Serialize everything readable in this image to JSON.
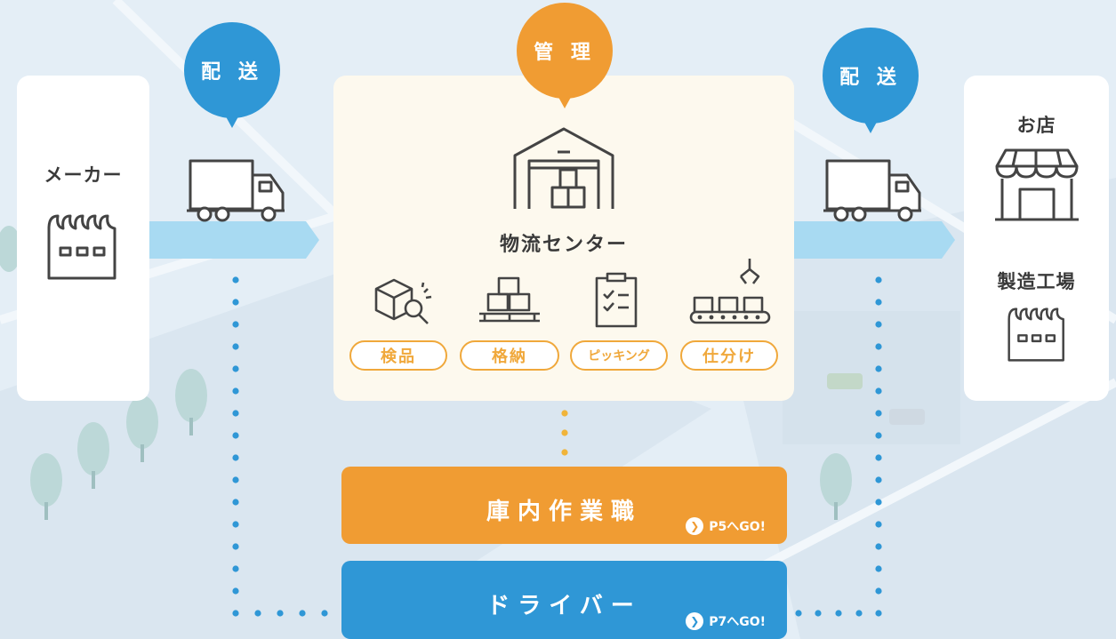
{
  "pins": {
    "left": {
      "label": "配 送",
      "color": "#2f97d6"
    },
    "center": {
      "label": "管 理",
      "color": "#f09c33"
    },
    "right": {
      "label": "配 送",
      "color": "#2f97d6"
    }
  },
  "maker": {
    "title": "メーカー",
    "icon": "factory-icon"
  },
  "shop": {
    "title": "お店",
    "icon": "storefront-icon"
  },
  "factory": {
    "title": "製造工場",
    "icon": "factory-icon"
  },
  "center": {
    "title": "物流センター",
    "icon": "warehouse-icon",
    "steps": [
      {
        "label": "検品",
        "icon": "inspection-icon"
      },
      {
        "label": "格納",
        "icon": "pallet-storage-icon"
      },
      {
        "label": "ピッキング",
        "icon": "checklist-icon"
      },
      {
        "label": "仕分け",
        "icon": "conveyor-sorting-icon"
      }
    ]
  },
  "jobs": [
    {
      "title": "庫内作業職",
      "link": "P5へGO!",
      "color": "#f09c33"
    },
    {
      "title": "ドライバー",
      "link": "P7へGO!",
      "color": "#2f97d6"
    }
  ],
  "colors": {
    "accent_orange": "#f09c33",
    "accent_blue": "#2f97d6",
    "flow_arrow": "#a8daf2",
    "dots_blue": "#2f97d6",
    "dots_orange": "#f0b43a"
  }
}
